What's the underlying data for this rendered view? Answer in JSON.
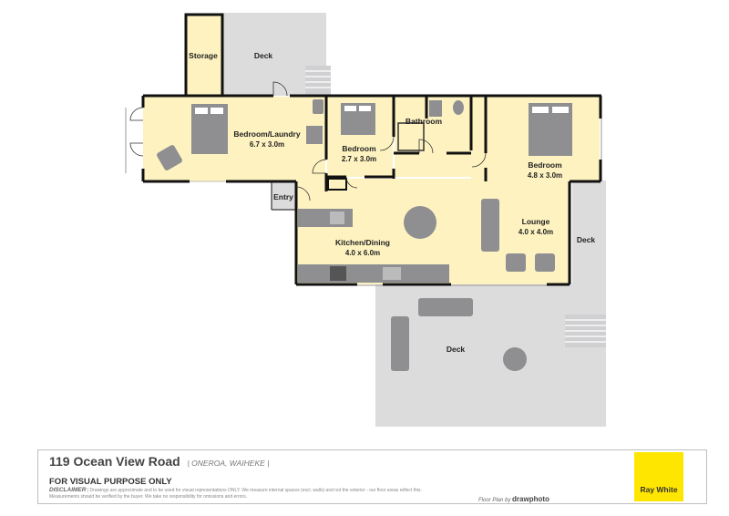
{
  "plan": {
    "rooms": [
      {
        "id": "storage",
        "name": "Storage",
        "dims": ""
      },
      {
        "id": "deck-top",
        "name": "Deck",
        "dims": ""
      },
      {
        "id": "bedroom-laundry",
        "name": "Bedroom/Laundry",
        "dims": "6.7 x 3.0m"
      },
      {
        "id": "bedroom-small",
        "name": "Bedroom",
        "dims": "2.7 x 3.0m"
      },
      {
        "id": "bathroom",
        "name": "Bathroom",
        "dims": ""
      },
      {
        "id": "bedroom-right",
        "name": "Bedroom",
        "dims": "4.8 x 3.0m"
      },
      {
        "id": "entry",
        "name": "Entry",
        "dims": ""
      },
      {
        "id": "kitchen-dining",
        "name": "Kitchen/Dining",
        "dims": "4.0 x 6.0m"
      },
      {
        "id": "lounge",
        "name": "Lounge",
        "dims": "4.0 x 4.0m"
      },
      {
        "id": "deck-right",
        "name": "Deck",
        "dims": ""
      },
      {
        "id": "deck-bottom",
        "name": "Deck",
        "dims": ""
      }
    ],
    "colors": {
      "room": "#fdf2c0",
      "deck": "#dcdcdd",
      "wall": "#111111",
      "furniture": "#8f8f92"
    }
  },
  "footer": {
    "address": "119 Ocean View Road",
    "location": "| ONEROA, WAIHEKE |",
    "purpose": "FOR VISUAL PURPOSE ONLY",
    "disclaimer_label": "DISCLAIMER",
    "disclaimer_text": "| Drawings are approximate and to be used for visual representations ONLY. We measure internal spaces (excl. walls) and not the exterior - our floor areas reflect this. Measurements should be verified by the buyer. We take no responsibility for omissions and errors.",
    "credit_prefix": "Floor Plan by",
    "credit_brand": "drawphoto",
    "logo_text": "Ray White"
  }
}
